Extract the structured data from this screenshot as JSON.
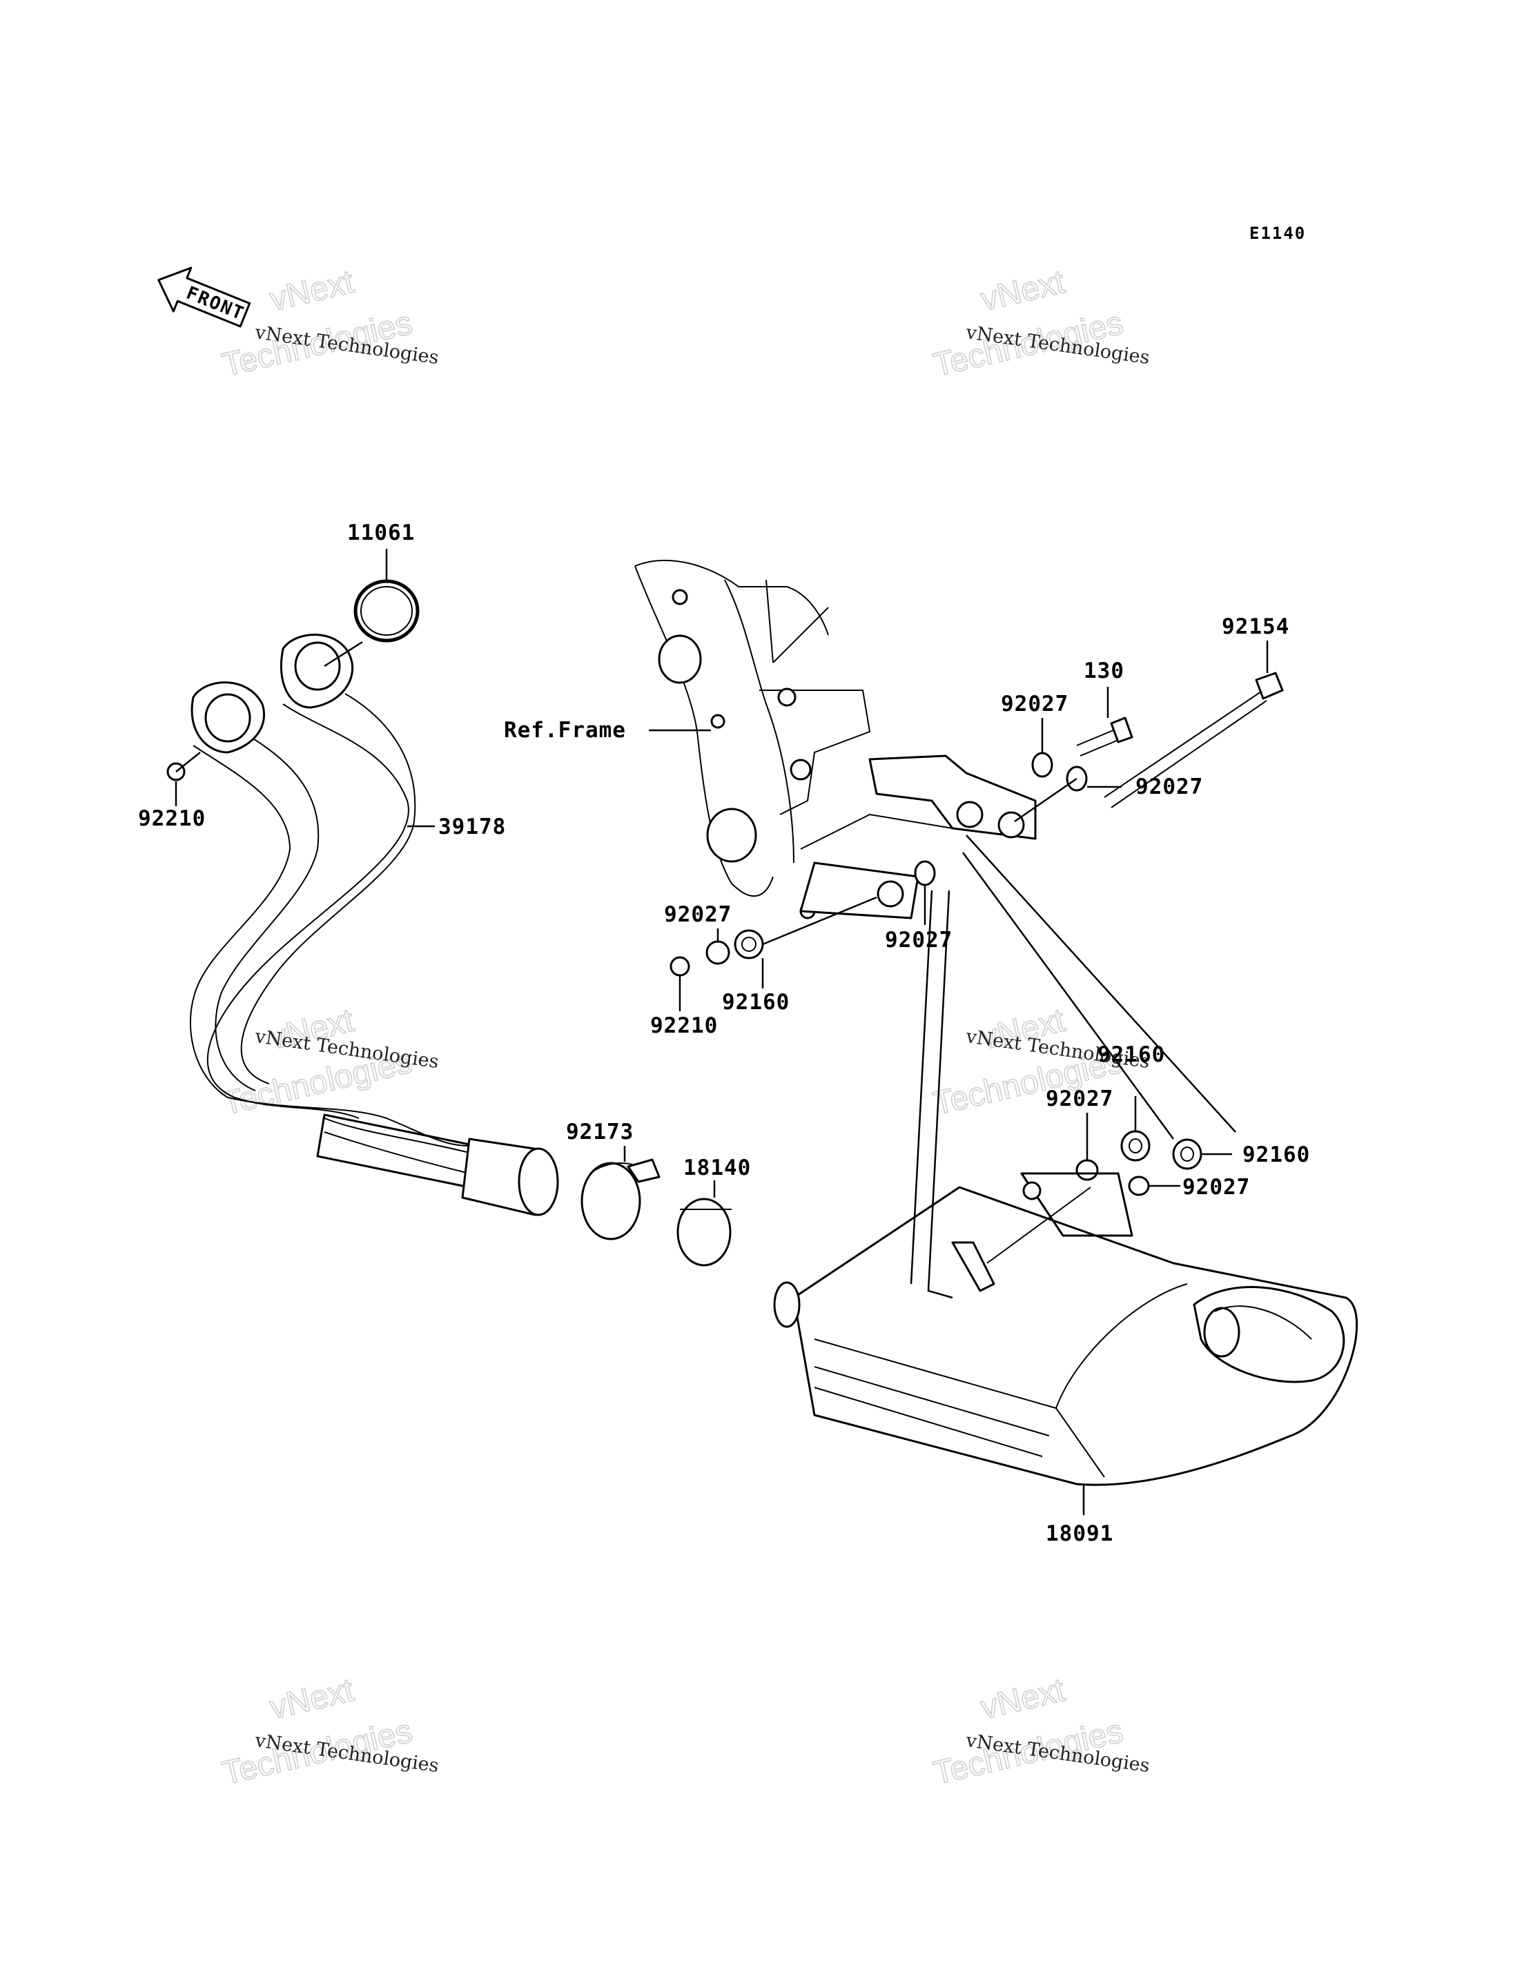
{
  "diagram_code": "E1140",
  "front_label": "FRONT",
  "ref_label": "Ref.Frame",
  "watermark": {
    "line1": "vNext Technologies",
    "line2": "vNext",
    "line3": "Technologies"
  },
  "callouts": {
    "c11061": "11061",
    "c92210a": "92210",
    "c39178": "39178",
    "c92154": "92154",
    "c130": "130",
    "c92027a": "92027",
    "c92027b": "92027",
    "c92027c": "92027",
    "c92027d": "92027",
    "c92160a": "92160",
    "c92210b": "92210",
    "c92027e": "92027",
    "c92160b": "92160",
    "c92160c": "92160",
    "c92027f": "92027",
    "c92173": "92173",
    "c18140": "18140",
    "c18091": "18091"
  }
}
